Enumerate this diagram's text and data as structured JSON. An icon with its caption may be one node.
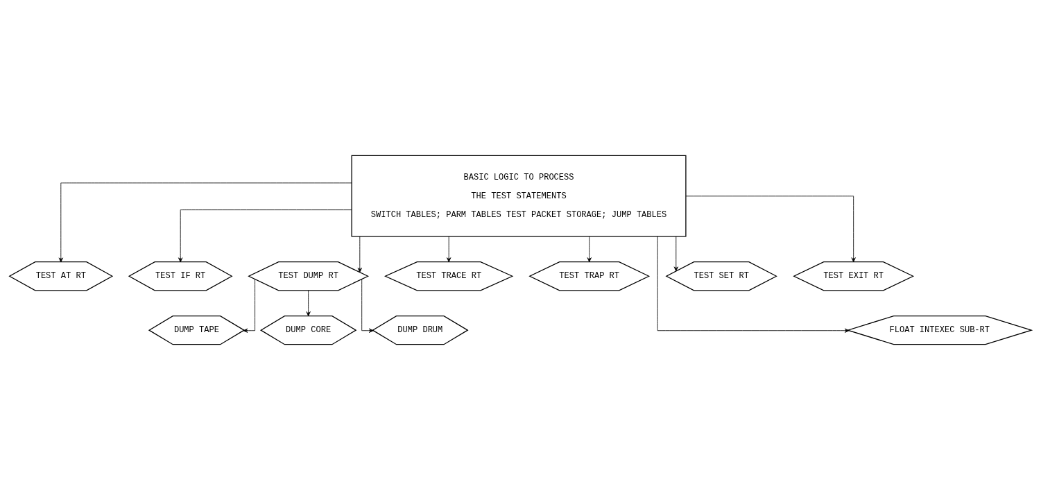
{
  "diagram": {
    "nodes": [
      {
        "text": [
          "BASIC LOGIC TO PROCESS",
          "THE TEST STATEMENTS",
          "SWITCH TABLES; PARM TABLES TEST PACKET STORAGE; JUMP TABLES"
        ]
      },
      {
        "text": [
          "TEST AT RT"
        ]
      },
      {
        "text": [
          "TEST IF RT"
        ]
      },
      {
        "text": [
          "TEST DUMP RT"
        ]
      },
      {
        "text": [
          "TEST TRACE RT"
        ]
      },
      {
        "text": [
          "TEST TRAP RT"
        ]
      },
      {
        "text": [
          "TEST SET RT"
        ]
      },
      {
        "text": [
          "TEST EXIT RT"
        ]
      },
      {
        "text": [
          "DUMP TAPE"
        ]
      },
      {
        "text": [
          "DUMP CORE"
        ]
      },
      {
        "text": [
          "DUMP DRUM"
        ]
      },
      {
        "text": [
          "FLOAT INTEXEC SUB-RT"
        ]
      }
    ],
    "edges": [
      {
        "from": 0,
        "to": 1,
        "arrow": "to"
      },
      {
        "from": 0,
        "to": 2,
        "arrow": "to"
      },
      {
        "from": 0,
        "to": 3,
        "arrow": "to"
      },
      {
        "from": 0,
        "to": 4,
        "arrow": "to"
      },
      {
        "from": 0,
        "to": 5,
        "arrow": "to"
      },
      {
        "from": 0,
        "to": 11,
        "arrow": "to"
      },
      {
        "from": 0,
        "to": 6,
        "arrow": "to"
      },
      {
        "from": 0,
        "to": 7,
        "arrow": "to"
      },
      {
        "from": 3,
        "to": 8,
        "arrow": "to"
      },
      {
        "from": 3,
        "to": 9,
        "arrow": "to"
      },
      {
        "from": 3,
        "to": 10,
        "arrow": "to"
      }
    ]
  }
}
